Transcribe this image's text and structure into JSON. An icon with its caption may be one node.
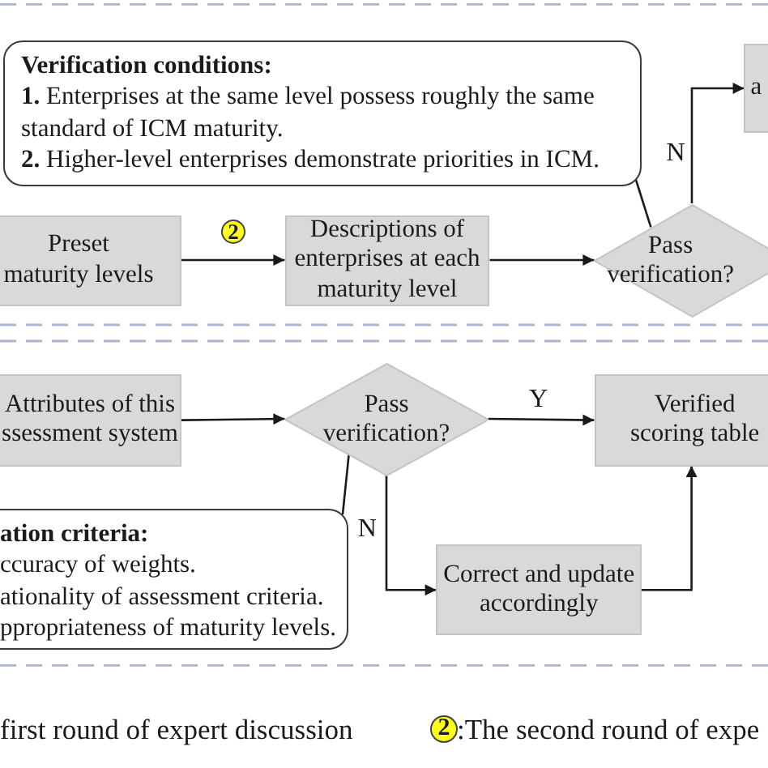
{
  "diagram": {
    "nodes": [
      {
        "text": [
          "Verification conditions:",
          "**1.** Enterprises at the same level possess roughly the same standard of ICM maturity.",
          "**2.** Higher-level enterprises demonstrate priorities in ICM."
        ]
      },
      {
        "text": [
          "Preset maturity levels"
        ]
      },
      {
        "text": [
          "Descriptions of enterprises at each maturity level"
        ]
      },
      {
        "text": [
          "Pass verification?"
        ]
      },
      {
        "text": [
          "a"
        ]
      },
      {
        "text": [
          "Attributes of this ssessment system"
        ]
      },
      {
        "text": [
          "Pass verification?"
        ]
      },
      {
        "text": [
          "Verified scoring table"
        ]
      },
      {
        "text": [
          "ation criteria:",
          "ccuracy of weights.",
          "ationality of assessment criteria.",
          "ppropriateness of maturity levels."
        ]
      },
      {
        "text": [
          "Correct and update accordingly"
        ]
      }
    ],
    "edges": [
      {
        "from": 1,
        "to": 2,
        "arrow": "to"
      },
      {
        "from": 2,
        "to": 3,
        "arrow": "to"
      },
      {
        "from": 3,
        "to": 4,
        "arrow": "to",
        "label": "N"
      },
      {
        "from": 0,
        "to": 3,
        "arrow": "none"
      },
      {
        "from": 5,
        "to": 6,
        "arrow": "to"
      },
      {
        "from": 6,
        "to": 7,
        "arrow": "to",
        "label": "Y"
      },
      {
        "from": 6,
        "to": 9,
        "arrow": "to",
        "label": "N"
      },
      {
        "from": 9,
        "to": 7,
        "arrow": "to"
      },
      {
        "from": 8,
        "to": 6,
        "arrow": "none"
      }
    ],
    "labels": [
      "2",
      "first round of expert discussion",
      "2",
      ":The second round of expe"
    ]
  }
}
